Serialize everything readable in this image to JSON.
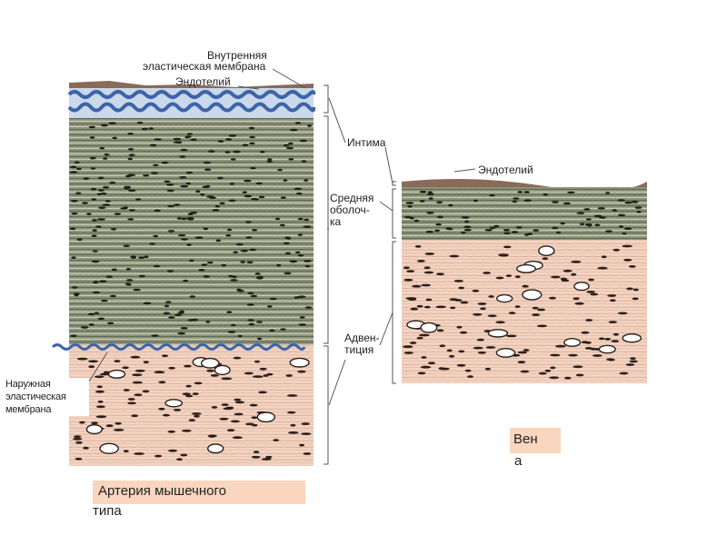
{
  "labels": {
    "internal_elastic_membrane_line1": "Внутренняя",
    "internal_elastic_membrane_line2": "эластическая мембрана",
    "endothelium_artery": "Эндотелий",
    "intima": "Интима",
    "media_line1": "Средняя",
    "media_line2": "оболоч-",
    "media_line3": "ка",
    "adventitia_line1": "Адвен-",
    "adventitia_line2": "тиция",
    "endothelium_vein": "Эндотелий",
    "external_elastic_membrane": "Наружная эластическая мембрана"
  },
  "captions": {
    "artery_line1": "Артерия мышечного",
    "artery_line2": "типа",
    "vein_line1": "Вен",
    "vein_line2": "а"
  },
  "colors": {
    "media": "#8e9479",
    "media_dark": "#3f4436",
    "adventitia": "#f3d3c0",
    "adventitia_fiber": "#7a4a3c",
    "intima_blue": "#3d63a8",
    "intima_light": "#b9cde6",
    "endothelium": "#8a6a58",
    "caption_bg": "#f9d6bd"
  }
}
